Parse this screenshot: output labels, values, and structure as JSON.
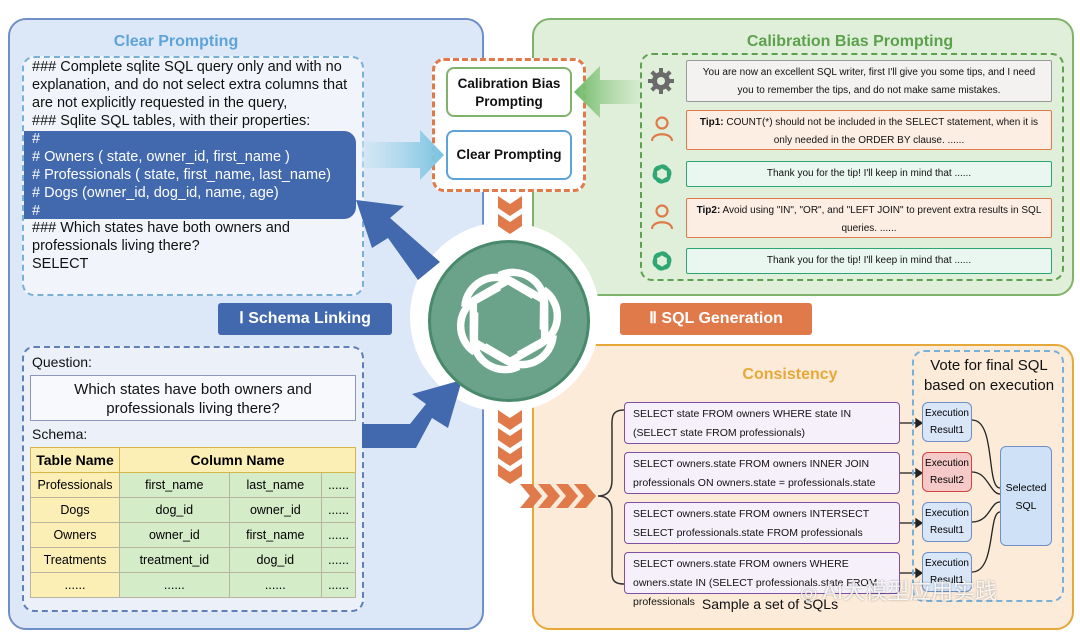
{
  "clear_panel": {
    "title": "Clear Prompting",
    "prompt_lines": [
      "### Complete sqlite SQL query only and with no",
      "explanation, and do not select extra columns that",
      "are not explicitly requested in the query,",
      "### Sqlite SQL tables, with their properties:"
    ],
    "schema_lines": [
      "#",
      "# Owners ( state, owner_id, first_name )",
      "# Professionals ( state, first_name, last_name)",
      "# Dogs (owner_id, dog_id, name, age)",
      "#"
    ],
    "tail_lines": [
      "### Which states have both owners and",
      "professionals living there?",
      "SELECT"
    ]
  },
  "schema_linking": {
    "label": "Ⅰ Schema Linking",
    "question_label": "Question:",
    "question_text": "Which states have both owners and professionals living there?",
    "schema_label": "Schema:",
    "table_headers": [
      "Table Name",
      "Column Name"
    ],
    "rows": [
      [
        "Professionals",
        "first_name",
        "last_name",
        "......"
      ],
      [
        "Dogs",
        "dog_id",
        "owner_id",
        "......"
      ],
      [
        "Owners",
        "owner_id",
        "first_name",
        "......"
      ],
      [
        "Treatments",
        "treatment_id",
        "dog_id",
        "......"
      ],
      [
        "......",
        "......",
        "......",
        "......"
      ]
    ]
  },
  "center": {
    "calibration_label": "Calibration Bias Prompting",
    "clear_label": "Clear Prompting"
  },
  "calibration_panel": {
    "title": "Calibration Bias Prompting",
    "system_msg": "You are now an excellent SQL writer, first I'll give you some tips, and I need you to remember the tips, and do not make same mistakes.",
    "tip1_label": "Tip1:",
    "tip1_text": " COUNT(*) should not be included in the SELECT statement, when it is only needed in the ORDER BY clause. ......",
    "reply1": "Thank you for the tip! I'll keep in mind that ......",
    "tip2_label": "Tip2:",
    "tip2_text": " Avoid using \"IN\", \"OR\", and \"LEFT JOIN\" to prevent extra results in SQL queries. ......",
    "reply2": "Thank you for the tip! I'll keep in mind that ......"
  },
  "sql_generation": {
    "label": "Ⅱ SQL Generation",
    "consistency_title": "Consistency",
    "vote_title": "Vote for final SQL based on execution",
    "sample_label": "Sample a set of SQLs",
    "sqls": [
      "SELECT state FROM owners WHERE state IN (SELECT state FROM professionals)",
      "SELECT owners.state FROM owners INNER JOIN professionals ON owners.state = professionals.state",
      "SELECT owners.state FROM owners INTERSECT SELECT professionals.state FROM professionals",
      "SELECT owners.state FROM owners WHERE owners.state IN (SELECT professionals.state FROM professionals"
    ],
    "results": [
      "Execution Result1",
      "Execution Result2",
      "Execution Result1",
      "Execution Result1"
    ],
    "selected": "Selected SQL"
  },
  "watermark": "AI大模型应用实践",
  "colors": {
    "blue_panel": "#dce8f8",
    "blue_border": "#6f8fc6",
    "green_panel": "#e0efd9",
    "green_border": "#7fb36a",
    "orange_panel": "#fcebd9",
    "orange_border": "#e7a83a",
    "accent_orange": "#e07a4b",
    "dark_blue": "#3f62a8",
    "logo_green": "#6ba38a"
  }
}
